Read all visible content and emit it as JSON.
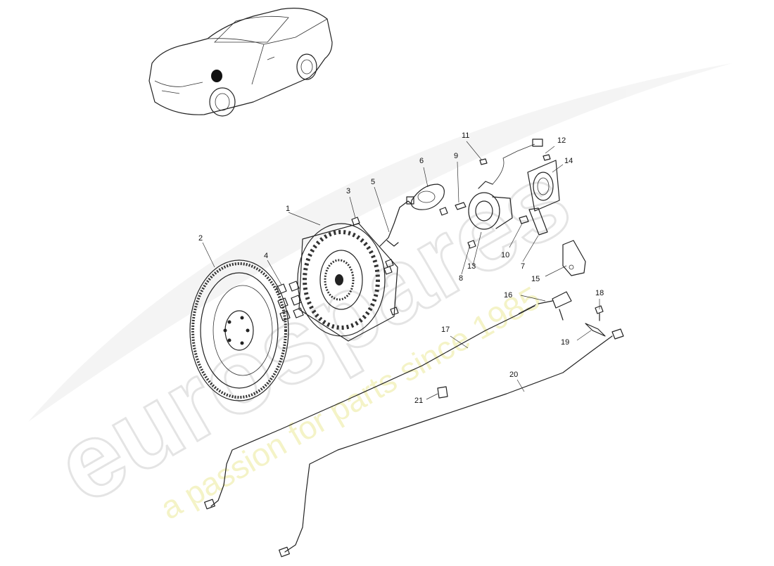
{
  "watermark": {
    "brand": "eurospares",
    "tagline": "a passion for parts since 1985",
    "brand_color": "#d9d9d9",
    "tagline_color": "#f2f0a0"
  },
  "callouts": {
    "c1": "1",
    "c2": "2",
    "c3": "3",
    "c4": "4",
    "c5": "5",
    "c6": "6",
    "c7": "7",
    "c8": "8",
    "c9": "9",
    "c10": "10",
    "c11": "11",
    "c12": "12",
    "c13": "13",
    "c14": "14",
    "c15": "15",
    "c16": "16",
    "c17": "17",
    "c18": "18",
    "c19": "19",
    "c20": "20",
    "c21": "21"
  },
  "icons": {
    "car": "car-thumbnail",
    "flywheel": "flywheel",
    "clutch_plate": "clutch-plate"
  }
}
